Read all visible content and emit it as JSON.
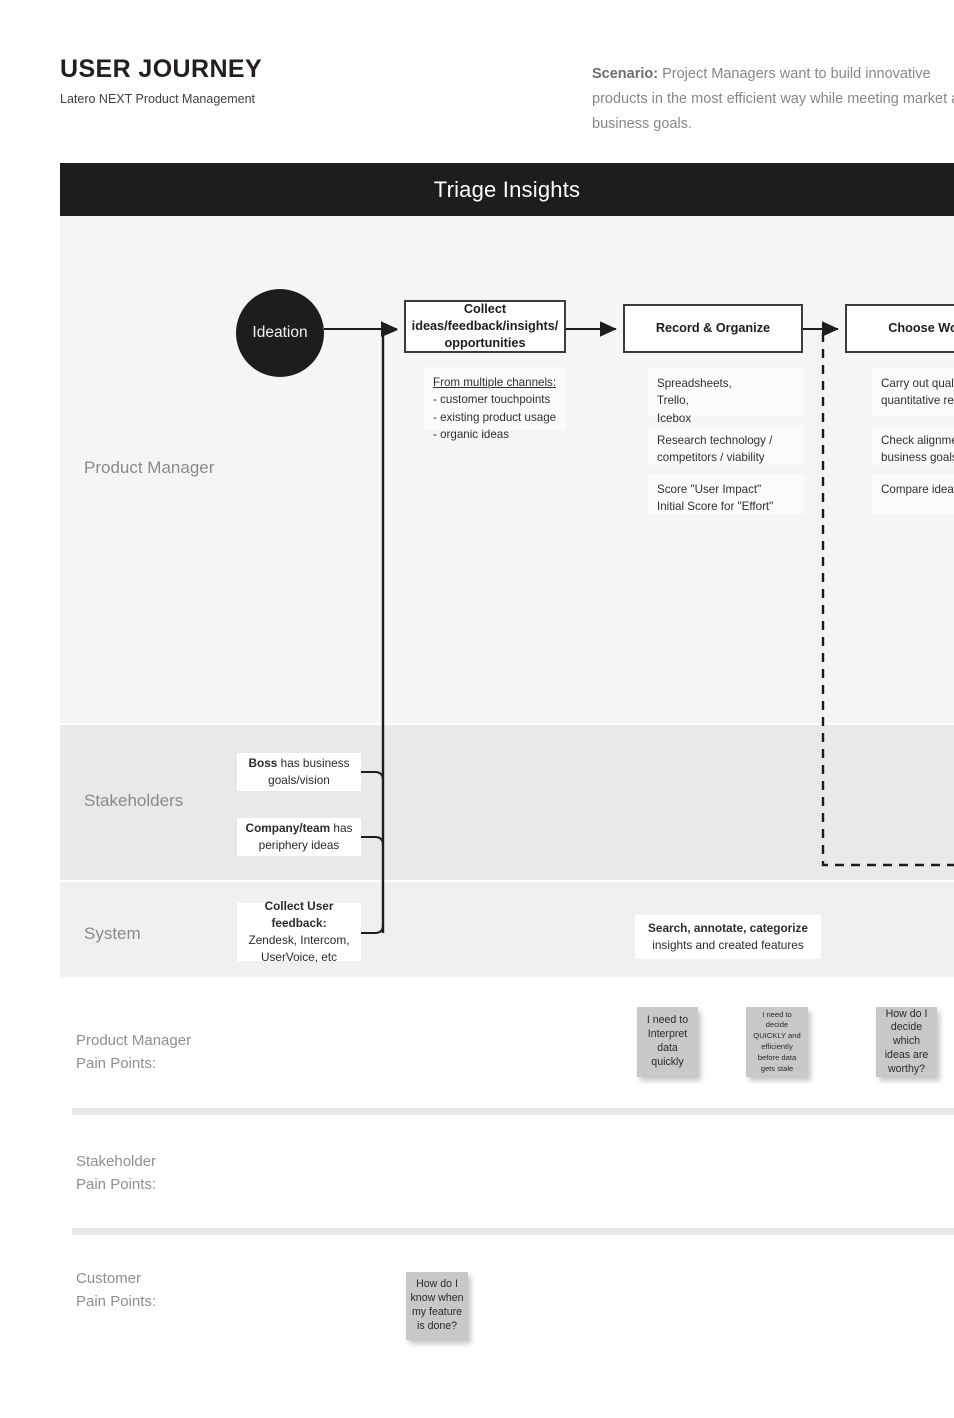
{
  "header": {
    "title": "USER JOURNEY",
    "subtitle": "Latero NEXT Product Management",
    "scenario_label": "Scenario:",
    "scenario_text": " Project Managers want to build innovative products in the most efficient way while meeting market and business goals."
  },
  "board": {
    "stage_title": "Triage Insights",
    "lanes": [
      {
        "label": "Product Manager"
      },
      {
        "label": "Stakeholders"
      },
      {
        "label": "System"
      }
    ],
    "start_node": "Ideation",
    "steps": [
      {
        "label": "Collect ideas/feedback/insights/ opportunities"
      },
      {
        "label": "Record & Organize"
      },
      {
        "label": "Choose Worthy"
      }
    ],
    "notes_collect": [
      {
        "heading": "From multiple channels:",
        "lines": [
          "- customer touchpoints",
          "- existing product usage",
          "- organic ideas"
        ]
      }
    ],
    "notes_record": [
      {
        "lines": [
          "Spreadsheets,",
          "Trello,",
          "Icebox"
        ]
      },
      {
        "lines": [
          "Research technology /",
          "competitors / viability"
        ]
      },
      {
        "lines": [
          "Score \"User Impact\"",
          "Initial Score for \"Effort\""
        ]
      }
    ],
    "notes_choose": [
      {
        "lines": [
          "Carry out qualitative /",
          "quantitative research"
        ]
      },
      {
        "lines": [
          "Check alignment with",
          "business goals"
        ]
      },
      {
        "lines": [
          "Compare ideas"
        ]
      }
    ],
    "stakeholder_boxes": [
      {
        "bold": "Boss",
        "rest": " has business goals/vision"
      },
      {
        "bold": "Company/team",
        "rest": " has periphery ideas"
      }
    ],
    "system_boxes": [
      {
        "bold": "Collect User feedback:",
        "rest": "Zendesk, Intercom, UserVoice, etc"
      },
      {
        "bold": "Search, annotate, categorize",
        "rest": "insights and created features"
      }
    ]
  },
  "pain_points": {
    "rows": [
      {
        "label": "Product Manager\nPain Points:"
      },
      {
        "label": "Stakeholder\nPain Points:"
      },
      {
        "label": "Customer\nPain Points:"
      }
    ],
    "notes": [
      {
        "text": "I need to Interpret data quickly",
        "size": "md"
      },
      {
        "text": "I need to decide QUICKLY and efficiently before data gets stale",
        "size": "sm"
      },
      {
        "text": "How do I decide which ideas are worthy?",
        "size": "md"
      },
      {
        "text": "How do I know when my feature is done?",
        "size": "md"
      }
    ]
  },
  "colors": {
    "stage_bar": "#1d1d1d",
    "lane_pm": "#f5f5f5",
    "lane_stakeholders": "#e9e9e9",
    "lane_system": "#f0f0f0",
    "sticky": "#c8c8c8"
  }
}
